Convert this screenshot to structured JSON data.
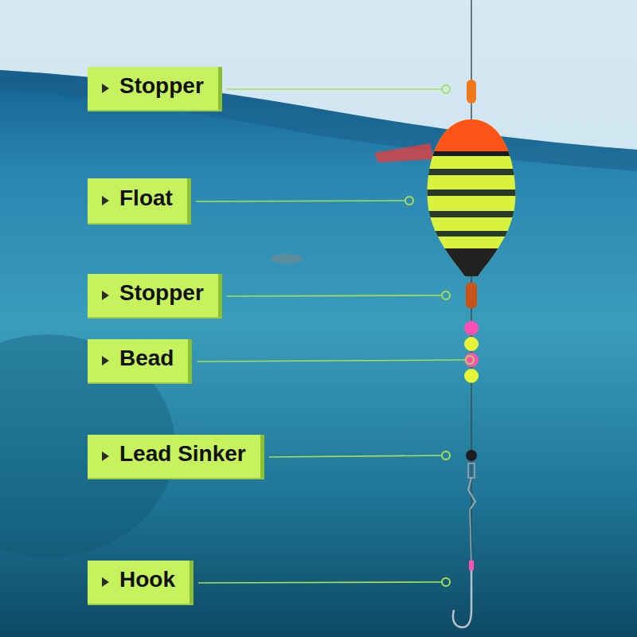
{
  "diagram": {
    "nodes": [
      {
        "text": [
          "Stopper"
        ]
      },
      {
        "text": [
          "Float"
        ]
      },
      {
        "text": [
          "Stopper"
        ]
      },
      {
        "text": [
          "Bead"
        ]
      },
      {
        "text": [
          "Lead Sinker"
        ]
      },
      {
        "text": [
          "Hook"
        ]
      }
    ]
  }
}
